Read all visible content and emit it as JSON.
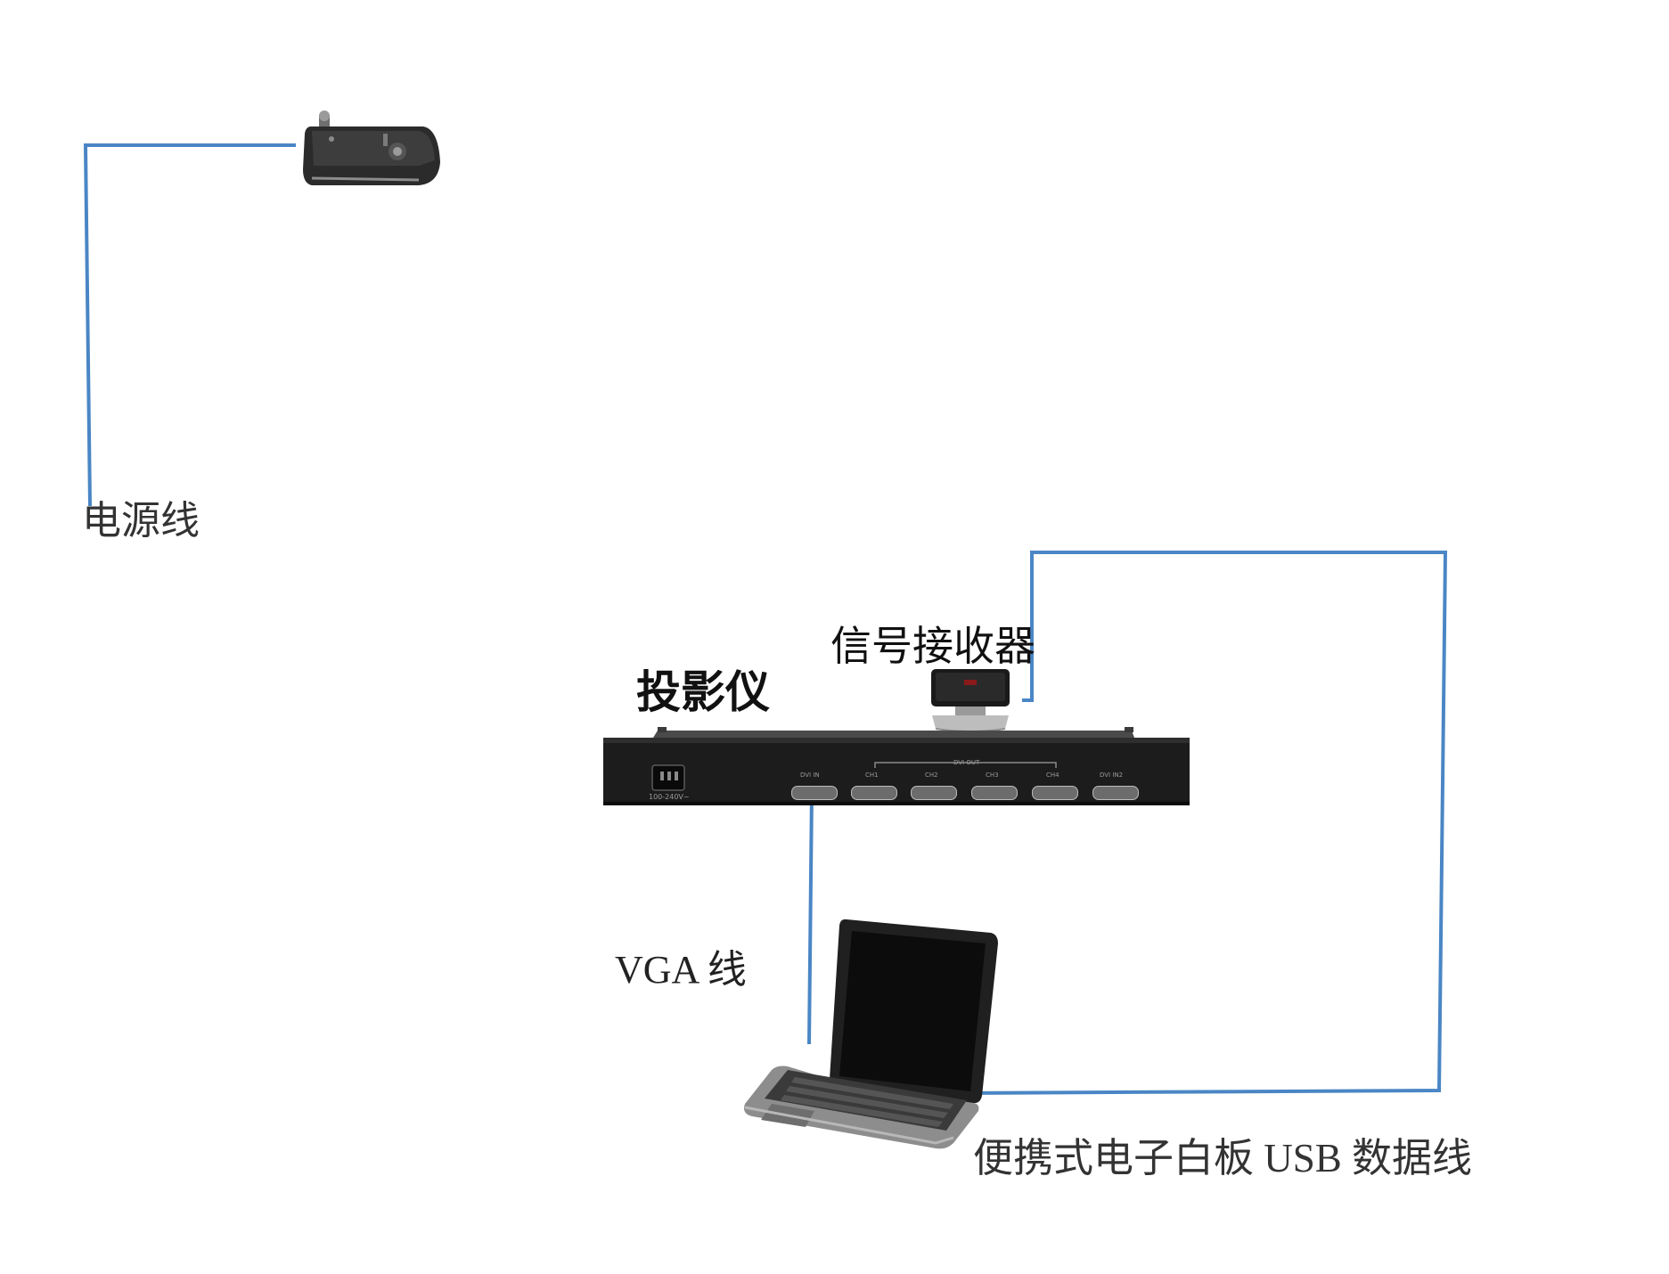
{
  "labels": {
    "power_cable": "电源线",
    "signal_receiver": "信号接收器",
    "projector": "投影仪",
    "vga_cable": "VGA 线",
    "usb_cable": "便携式电子白板 USB 数据线"
  },
  "device_panel": {
    "power_inlet_text": "100-240V~",
    "input_port_text": "DVI IN",
    "output_group_text": "DVI OUT",
    "output_ports": [
      "CH1",
      "CH2",
      "CH3",
      "CH4"
    ],
    "loop_port_text": "DVI IN2"
  },
  "colors": {
    "cable": "#4a86c5",
    "device_body": "#1c1c1c",
    "background": "#ffffff"
  },
  "icons": {
    "whiteboard_sensor": "sensor-device-icon",
    "receiver": "receiver-icon",
    "projector_rear": "rack-device-icon",
    "laptop": "laptop-icon"
  }
}
